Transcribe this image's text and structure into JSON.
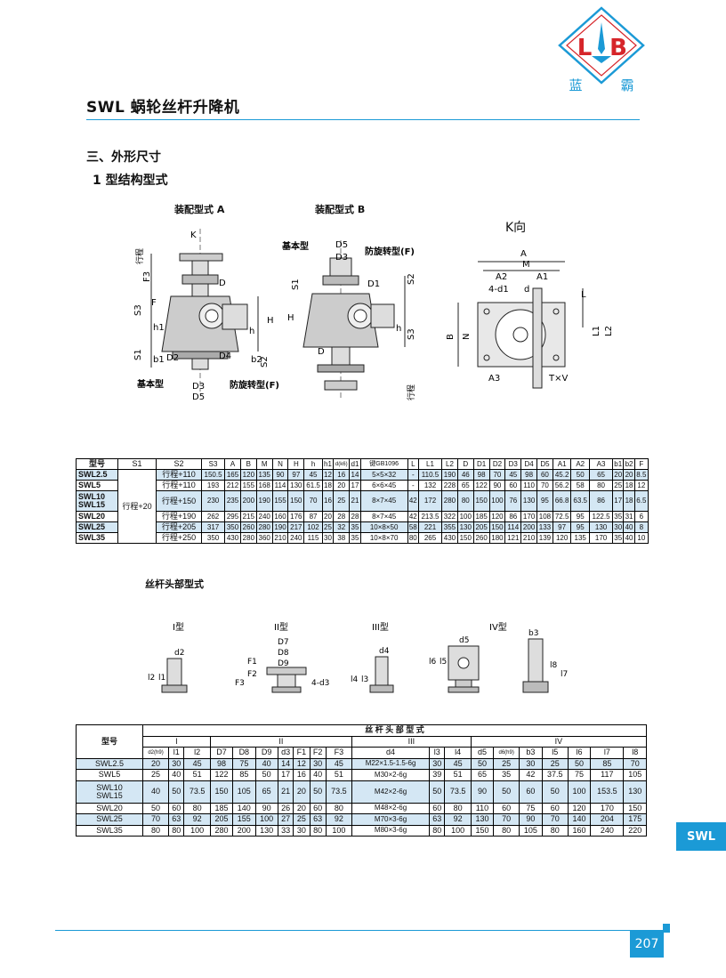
{
  "header": {
    "title": "SWL 蜗轮丝杆升降机",
    "logo": {
      "l": "L",
      "b": "B",
      "name_left": "蓝",
      "name_right": "霸",
      "brand_color": "#1b9ad6",
      "accent_color": "#d6252a"
    }
  },
  "section": {
    "heading": "三、外形尺寸",
    "sub": "1 型结构型式"
  },
  "figures": {
    "assembly_a": {
      "caption": "装配型式 A",
      "k": "K",
      "stroke": "行程",
      "f3": "F3",
      "d": "D",
      "f": "F",
      "s3": "S3",
      "h1": "h1",
      "h": "h",
      "H": "H",
      "s1": "S1",
      "b1": "b1",
      "d2": "D2",
      "d4": "D4",
      "b2": "b2",
      "s2": "S2",
      "d3": "D3",
      "d5": "D5",
      "basic": "基本型",
      "antirot": "防旋转型(F)"
    },
    "assembly_b": {
      "caption": "装配型式 B",
      "basic": "基本型",
      "d5": "D5",
      "d3": "D3",
      "antirot": "防旋转型(F)",
      "s1": "S1",
      "d1": "D1",
      "s2": "S2",
      "H": "H",
      "h": "h",
      "s3": "S3",
      "d": "D",
      "stroke": "行程"
    },
    "k_view": {
      "caption": "K向",
      "a": "A",
      "m": "M",
      "a2": "A2",
      "a1": "A1",
      "four_d1": "4-d1",
      "d": "d",
      "l": "L",
      "l1": "L1",
      "l2": "L2",
      "b": "B",
      "n": "N",
      "a3": "A3",
      "txv": "T×V"
    }
  },
  "table1": {
    "headers": [
      "型号",
      "S1",
      "S2",
      "S3",
      "A",
      "B",
      "M",
      "N",
      "H",
      "h",
      "h1",
      "d(k6)",
      "d1",
      "键GB1096",
      "L",
      "L1",
      "L2",
      "D",
      "D1",
      "D2",
      "D3",
      "D4",
      "D5",
      "A1",
      "A2",
      "A3",
      "b1",
      "b2",
      "F"
    ],
    "s1_common": "行程+20",
    "rows": [
      {
        "model": "SWL2.5",
        "cells": [
          "行程+110",
          "150.5",
          "165",
          "120",
          "135",
          "90",
          "97",
          "45",
          "12",
          "16",
          "14",
          "5×5×32",
          "-",
          "110.5",
          "190",
          "46",
          "98",
          "70",
          "45",
          "98",
          "60",
          "45.2",
          "50",
          "65",
          "20",
          "20",
          "8.5"
        ]
      },
      {
        "model": "SWL5",
        "cells": [
          "行程+110",
          "193",
          "212",
          "155",
          "168",
          "114",
          "130",
          "61.5",
          "18",
          "20",
          "17",
          "6×6×45",
          "-",
          "132",
          "228",
          "65",
          "122",
          "90",
          "60",
          "110",
          "70",
          "56.2",
          "58",
          "80",
          "25",
          "18",
          "12"
        ]
      },
      {
        "model": "SWL10",
        "model2": "SWL15",
        "cells": [
          "行程+150",
          "230",
          "235",
          "200",
          "190",
          "155",
          "150",
          "70",
          "16",
          "25",
          "21",
          "8×7×45",
          "42",
          "172",
          "280",
          "80",
          "150",
          "100",
          "76",
          "130",
          "95",
          "66.8",
          "63.5",
          "86",
          "17",
          "18",
          "6.5"
        ]
      },
      {
        "model": "SWL20",
        "cells": [
          "行程+190",
          "262",
          "295",
          "215",
          "240",
          "160",
          "176",
          "87",
          "20",
          "28",
          "28",
          "8×7×45",
          "42",
          "213.5",
          "322",
          "100",
          "185",
          "120",
          "86",
          "170",
          "108",
          "72.5",
          "95",
          "122.5",
          "35",
          "31",
          "6"
        ]
      },
      {
        "model": "SWL25",
        "cells": [
          "行程+205",
          "317",
          "350",
          "260",
          "280",
          "190",
          "217",
          "102",
          "25",
          "32",
          "35",
          "10×8×50",
          "58",
          "221",
          "355",
          "130",
          "205",
          "150",
          "114",
          "200",
          "133",
          "97",
          "95",
          "130",
          "30",
          "40",
          "8"
        ]
      },
      {
        "model": "SWL35",
        "cells": [
          "行程+250",
          "350",
          "430",
          "280",
          "360",
          "210",
          "240",
          "115",
          "30",
          "38",
          "35",
          "10×8×70",
          "80",
          "265",
          "430",
          "150",
          "260",
          "180",
          "121",
          "210",
          "139",
          "120",
          "135",
          "170",
          "35",
          "40",
          "10"
        ]
      }
    ]
  },
  "screw_head": {
    "caption": "丝杆头部型式",
    "types": [
      {
        "name": "I型",
        "labels": [
          "d2",
          "l2",
          "l1"
        ]
      },
      {
        "name": "II型",
        "labels": [
          "D7",
          "D8",
          "D9",
          "F1",
          "F2",
          "F3",
          "4-d3"
        ]
      },
      {
        "name": "III型",
        "labels": [
          "d4",
          "l4",
          "l3"
        ]
      },
      {
        "name": "IV型",
        "labels": [
          "d5",
          "l6",
          "l5",
          "b3",
          "l8",
          "l7"
        ]
      }
    ]
  },
  "table2": {
    "title": "丝 杆 头 部 型 式",
    "model_header": "型号",
    "groups": [
      "I",
      "II",
      "III",
      "IV"
    ],
    "headers": [
      "d2(h9)",
      "l1",
      "l2",
      "D7",
      "D8",
      "D9",
      "d3",
      "F1",
      "F2",
      "F3",
      "d4",
      "l3",
      "l4",
      "d5",
      "d6(h9)",
      "b3",
      "l5",
      "l6",
      "l7",
      "l8"
    ],
    "rows": [
      {
        "model": "SWL2.5",
        "cells": [
          "20",
          "30",
          "45",
          "98",
          "75",
          "40",
          "14",
          "12",
          "30",
          "45",
          "M22×1.5-1.5-6g",
          "30",
          "45",
          "50",
          "25",
          "30",
          "25",
          "50",
          "85",
          "70"
        ]
      },
      {
        "model": "SWL5",
        "cells": [
          "25",
          "40",
          "51",
          "122",
          "85",
          "50",
          "17",
          "16",
          "40",
          "51",
          "M30×2-6g",
          "39",
          "51",
          "65",
          "35",
          "42",
          "37.5",
          "75",
          "117",
          "105"
        ]
      },
      {
        "model": "SWL10",
        "model2": "SWL15",
        "cells": [
          "40",
          "50",
          "73.5",
          "150",
          "105",
          "65",
          "21",
          "20",
          "50",
          "73.5",
          "M42×2-6g",
          "50",
          "73.5",
          "90",
          "50",
          "60",
          "50",
          "100",
          "153.5",
          "130"
        ]
      },
      {
        "model": "SWL20",
        "cells": [
          "50",
          "60",
          "80",
          "185",
          "140",
          "90",
          "26",
          "20",
          "60",
          "80",
          "M48×2-6g",
          "60",
          "80",
          "110",
          "60",
          "75",
          "60",
          "120",
          "170",
          "150"
        ]
      },
      {
        "model": "SWL25",
        "cells": [
          "70",
          "63",
          "92",
          "205",
          "155",
          "100",
          "27",
          "25",
          "63",
          "92",
          "M70×3-6g",
          "63",
          "92",
          "130",
          "70",
          "90",
          "70",
          "140",
          "204",
          "175"
        ]
      },
      {
        "model": "SWL35",
        "cells": [
          "80",
          "80",
          "100",
          "280",
          "200",
          "130",
          "33",
          "30",
          "80",
          "100",
          "M80×3-6g",
          "80",
          "100",
          "150",
          "80",
          "105",
          "80",
          "160",
          "240",
          "220"
        ]
      }
    ]
  },
  "side_tab": "SWL",
  "page_number": "207"
}
